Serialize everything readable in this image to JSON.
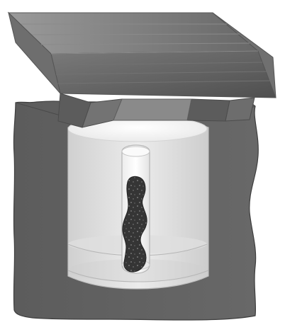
{
  "diagram": {
    "image_type": "illustration",
    "visible_text": []
  },
  "colors": {
    "background": "#ffffff",
    "earth": "#5f5f5f",
    "earth_edge": "#444444",
    "roof_light": "#8f8f8f",
    "roof_dark": "#5a5a5a",
    "roof_lines": "#7a7a7a",
    "pit_top_light": "#f3f3f3",
    "pit_wall": "#d6d6d6",
    "pit_wall_shadow": "#c3c3c3",
    "tube_glass": "#f6f6f6",
    "tube_outline": "#b9b9b9",
    "fluid_ring": "#e6e6e6",
    "dark_sample": "#343434",
    "sample_speckle": "#9a9a9a"
  },
  "parts": [
    {
      "name": "earth-block",
      "description": ""
    },
    {
      "name": "roof-cover",
      "description": ""
    },
    {
      "name": "pit-container",
      "description": ""
    },
    {
      "name": "central-tube",
      "description": ""
    },
    {
      "name": "dark-sample",
      "description": ""
    }
  ]
}
